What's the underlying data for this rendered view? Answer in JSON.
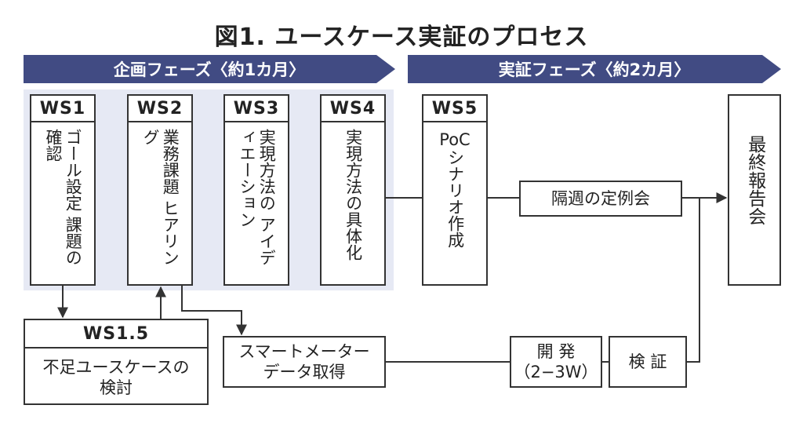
{
  "title": "図1. ユースケース実証のプロセス",
  "phases": {
    "planning": "企画フェーズ〈約1カ月〉",
    "verification": "実証フェーズ〈約2カ月〉"
  },
  "workshops": {
    "ws1": {
      "label": "WS1",
      "text": "ゴール設定 課題の確認"
    },
    "ws2": {
      "label": "WS2",
      "text": "業務課題 ヒアリング"
    },
    "ws3": {
      "label": "WS3",
      "text": "実現方法の アイディエーション"
    },
    "ws4": {
      "label": "WS4",
      "text": "実現方法の具体化"
    },
    "ws5": {
      "label": "WS5",
      "poc": "PoC",
      "text": "シナリオ作成"
    },
    "ws15": {
      "label": "WS1.5",
      "line1": "不足ユースケースの",
      "line2": "検討"
    }
  },
  "steps": {
    "meeting": "隔週の定例会",
    "final_report": "最終報告会",
    "smart_meter_line1": "スマートメーター",
    "smart_meter_line2": "データ取得",
    "dev_line1": "開 発",
    "dev_line2": "（2−3W）",
    "verify": "検 証"
  },
  "colors": {
    "phase_bar": "#414b83",
    "planning_bg": "#e6e9f4",
    "line": "#333333"
  }
}
